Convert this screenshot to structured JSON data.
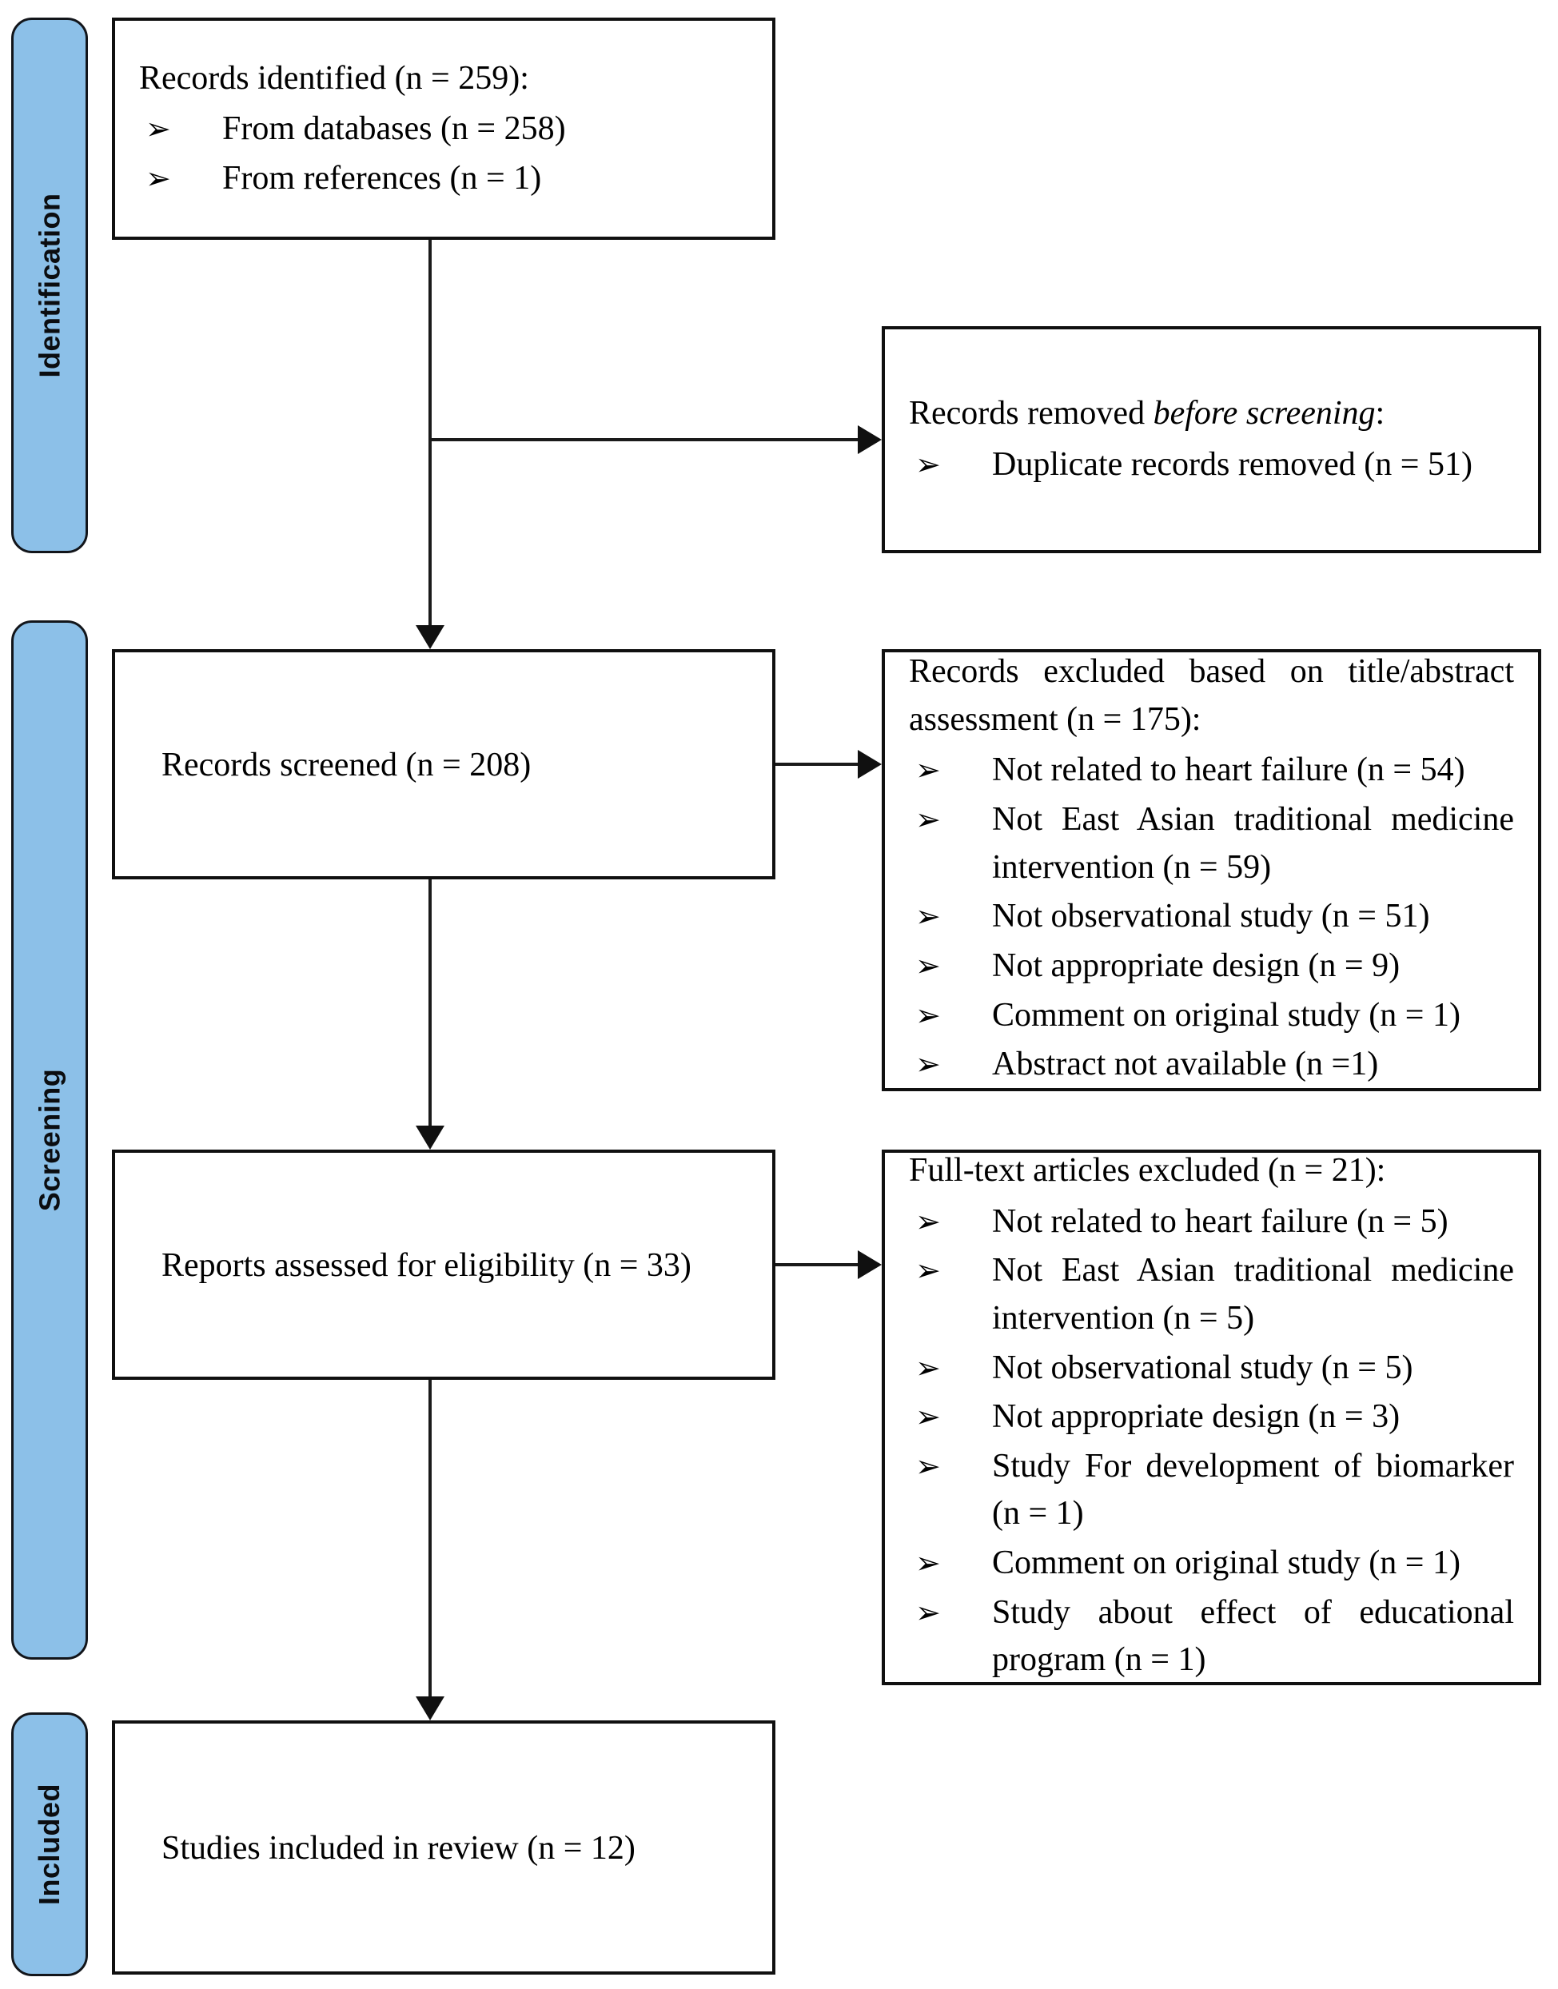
{
  "diagram": {
    "type": "prisma-flow-diagram",
    "bullet_glyph": "➢",
    "colors": {
      "phase_bar_fill": "#8CC0E8",
      "phase_bar_border": "#12151a",
      "box_border": "#101010",
      "connector": "#1a1a1a",
      "background": "#ffffff",
      "text": "#000000"
    }
  },
  "phases": [
    {
      "id": "identification",
      "label": "Identification"
    },
    {
      "id": "screening",
      "label": "Screening"
    },
    {
      "id": "included",
      "label": "Included"
    }
  ],
  "boxes": {
    "records_identified": {
      "title": "Records identified (n = 259):",
      "items": [
        "From databases (n = 258)",
        "From references (n = 1)"
      ]
    },
    "records_removed": {
      "title_prefix": "Records removed ",
      "title_italic": "before screening",
      "title_suffix": ":",
      "items": [
        "Duplicate records removed (n = 51)"
      ]
    },
    "records_screened": {
      "title": "Records screened (n = 208)"
    },
    "records_excluded": {
      "title": "Records excluded based on title/abstract assessment (n = 175):",
      "items": [
        "Not related to heart failure (n = 54)",
        "Not East Asian traditional medicine intervention (n = 59)",
        "Not observational study (n = 51)",
        "Not appropriate design (n = 9)",
        "Comment on original study (n = 1)",
        "Abstract not available (n =1)"
      ]
    },
    "reports_assessed": {
      "title": "Reports assessed for eligibility (n = 33)"
    },
    "fulltext_excluded": {
      "title": "Full-text articles excluded (n = 21):",
      "items": [
        "Not related to heart failure (n = 5)",
        "Not East Asian traditional medicine intervention (n = 5)",
        "Not observational study (n = 5)",
        "Not appropriate design (n = 3)",
        "Study For development of biomarker (n = 1)",
        "Comment on original study (n = 1)",
        "Study about effect of educational program (n = 1)"
      ]
    },
    "studies_included": {
      "title": "Studies included in review (n = 12)"
    }
  },
  "chart_data": {
    "type": "diagram",
    "title": "PRISMA 2020 flow diagram",
    "stages": [
      {
        "phase": "Identification",
        "node": "Records identified",
        "n": 259,
        "breakdown": [
          {
            "label": "From databases",
            "n": 258
          },
          {
            "label": "From references",
            "n": 1
          }
        ]
      },
      {
        "phase": "Identification",
        "node": "Records removed before screening",
        "n": 51,
        "breakdown": [
          {
            "label": "Duplicate records removed",
            "n": 51
          }
        ]
      },
      {
        "phase": "Screening",
        "node": "Records screened",
        "n": 208
      },
      {
        "phase": "Screening",
        "node": "Records excluded based on title/abstract assessment",
        "n": 175,
        "breakdown": [
          {
            "label": "Not related to heart failure",
            "n": 54
          },
          {
            "label": "Not East Asian traditional medicine intervention",
            "n": 59
          },
          {
            "label": "Not observational study",
            "n": 51
          },
          {
            "label": "Not appropriate design",
            "n": 9
          },
          {
            "label": "Comment on original study",
            "n": 1
          },
          {
            "label": "Abstract not available",
            "n": 1
          }
        ]
      },
      {
        "phase": "Screening",
        "node": "Reports assessed for eligibility",
        "n": 33
      },
      {
        "phase": "Screening",
        "node": "Full-text articles excluded",
        "n": 21,
        "breakdown": [
          {
            "label": "Not related to heart failure",
            "n": 5
          },
          {
            "label": "Not East Asian traditional medicine intervention",
            "n": 5
          },
          {
            "label": "Not observational study",
            "n": 5
          },
          {
            "label": "Not appropriate design",
            "n": 3
          },
          {
            "label": "Study For development of biomarker",
            "n": 1
          },
          {
            "label": "Comment on original study",
            "n": 1
          },
          {
            "label": "Study about effect of educational program",
            "n": 1
          }
        ]
      },
      {
        "phase": "Included",
        "node": "Studies included in review",
        "n": 12
      }
    ]
  }
}
